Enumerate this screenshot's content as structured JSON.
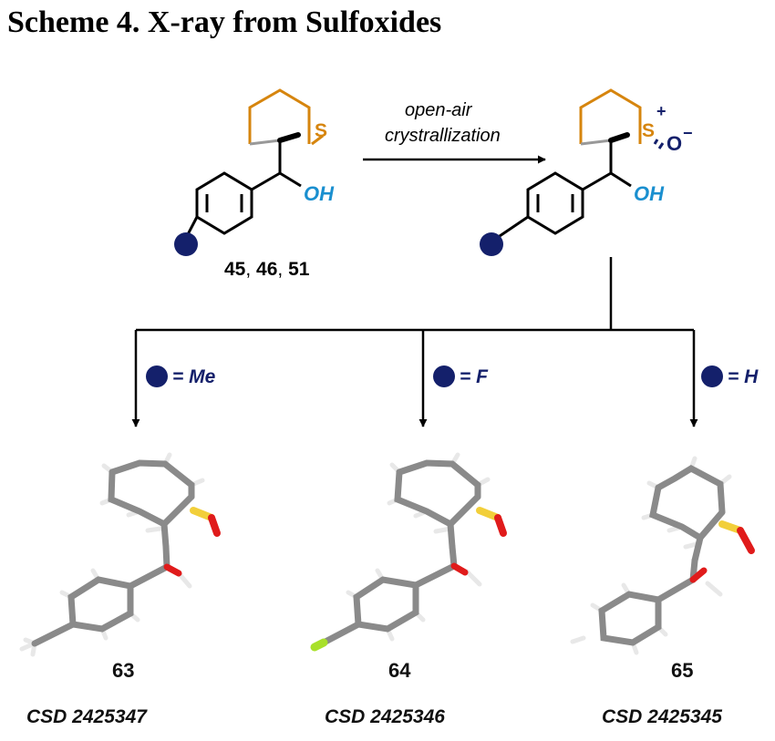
{
  "scheme": {
    "title": "Scheme 4. X-ray from Sulfoxides"
  },
  "reaction": {
    "condition_line1": "open-air",
    "condition_line2": "crystrallization",
    "substrate_label_a": "45",
    "substrate_label_sep1": ", ",
    "substrate_label_b": "46",
    "substrate_label_sep2": ", ",
    "substrate_label_c": "51",
    "sulfur": "S",
    "hydroxyl": "OH",
    "oxygen": "O",
    "plus": "+",
    "minus": "−"
  },
  "branches": [
    {
      "substituent": "= Me",
      "compound": "63",
      "csd": "CSD 2425347",
      "para_atom": "methyl"
    },
    {
      "substituent": "= F",
      "compound": "64",
      "csd": "CSD 2425346",
      "para_atom": "fluorine"
    },
    {
      "substituent": "= H",
      "compound": "65",
      "csd": "CSD 2425345",
      "para_atom": "hydrogen"
    }
  ],
  "colors": {
    "ring_bond": "#d6850e",
    "hydroxyl": "#1a8fcf",
    "substituent_dot": "#14206b",
    "carbon": "#8a8a8a",
    "hydrogen": "#e8e8e8",
    "sulfur": "#f2cf3a",
    "oxygen": "#e01b1b",
    "fluorine": "#a8e02a"
  }
}
